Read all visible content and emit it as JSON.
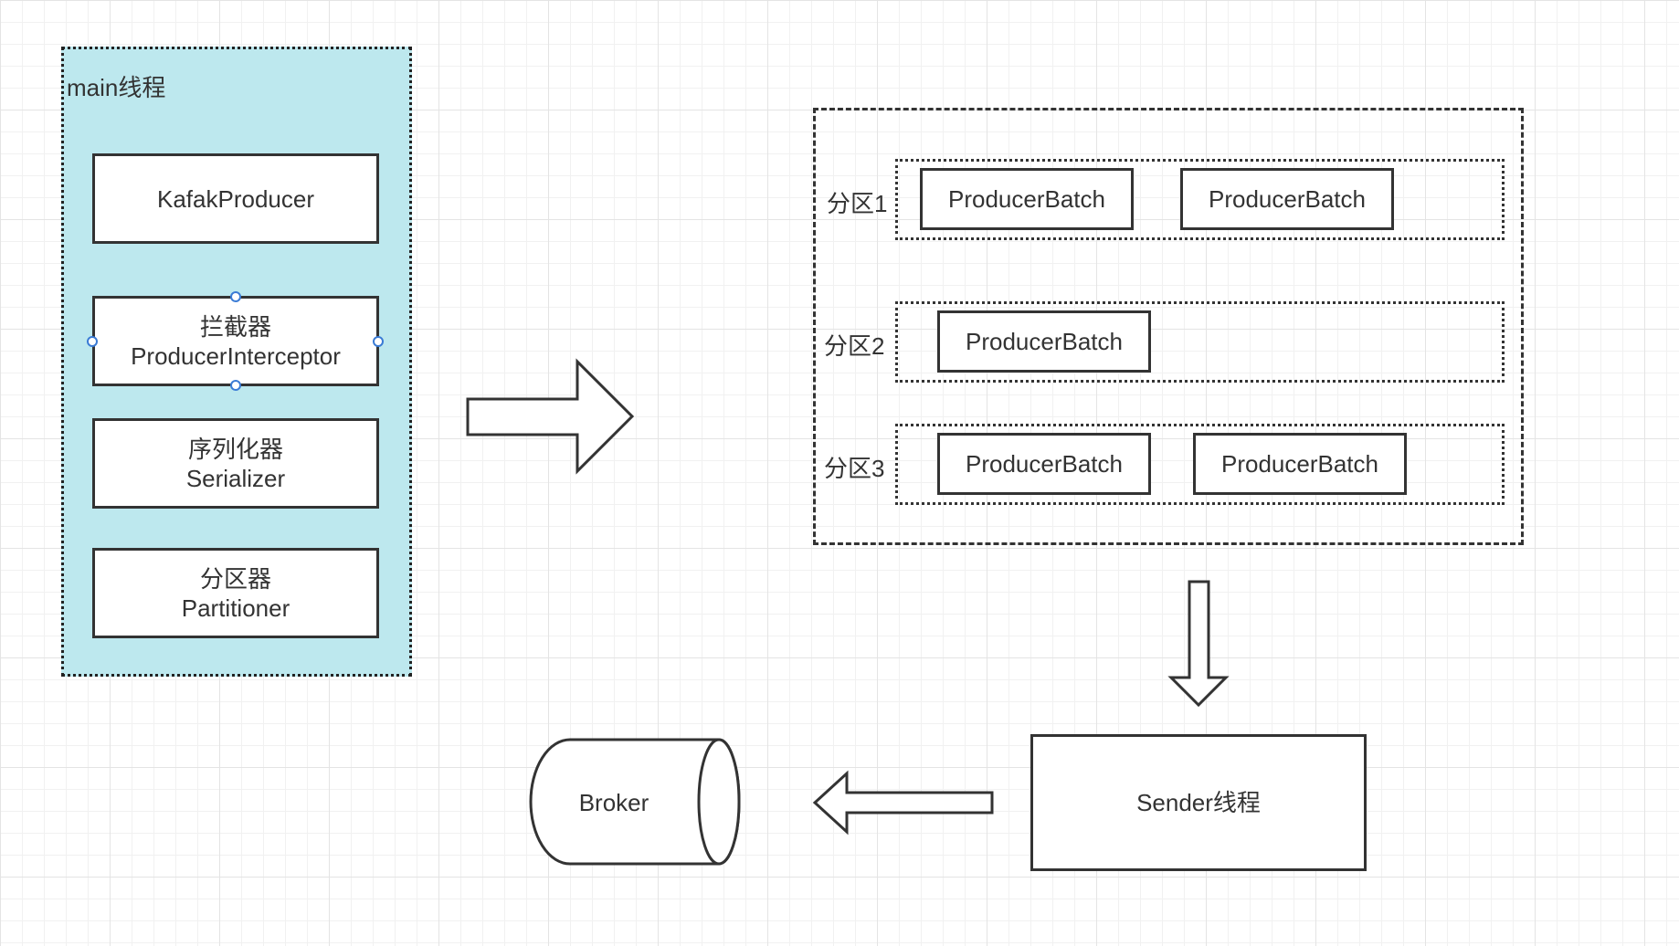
{
  "main_thread": {
    "title": "main线程",
    "components": [
      {
        "line1": "KafakProducer"
      },
      {
        "line1": "拦截器",
        "line2": "ProducerInterceptor"
      },
      {
        "line1": "序列化器",
        "line2": "Serializer"
      },
      {
        "line1": "分区器",
        "line2": "Partitioner"
      }
    ]
  },
  "accumulator": {
    "partitions": [
      {
        "name": "分区1",
        "batches": [
          "ProducerBatch",
          "ProducerBatch"
        ]
      },
      {
        "name": "分区2",
        "batches": [
          "ProducerBatch"
        ]
      },
      {
        "name": "分区3",
        "batches": [
          "ProducerBatch",
          "ProducerBatch"
        ]
      }
    ]
  },
  "sender": {
    "label": "Sender线程"
  },
  "broker": {
    "label": "Broker"
  },
  "colors": {
    "main_group_fill": "#bde8ee",
    "stroke": "#333333",
    "selection_handle": "#3a7bd5"
  }
}
